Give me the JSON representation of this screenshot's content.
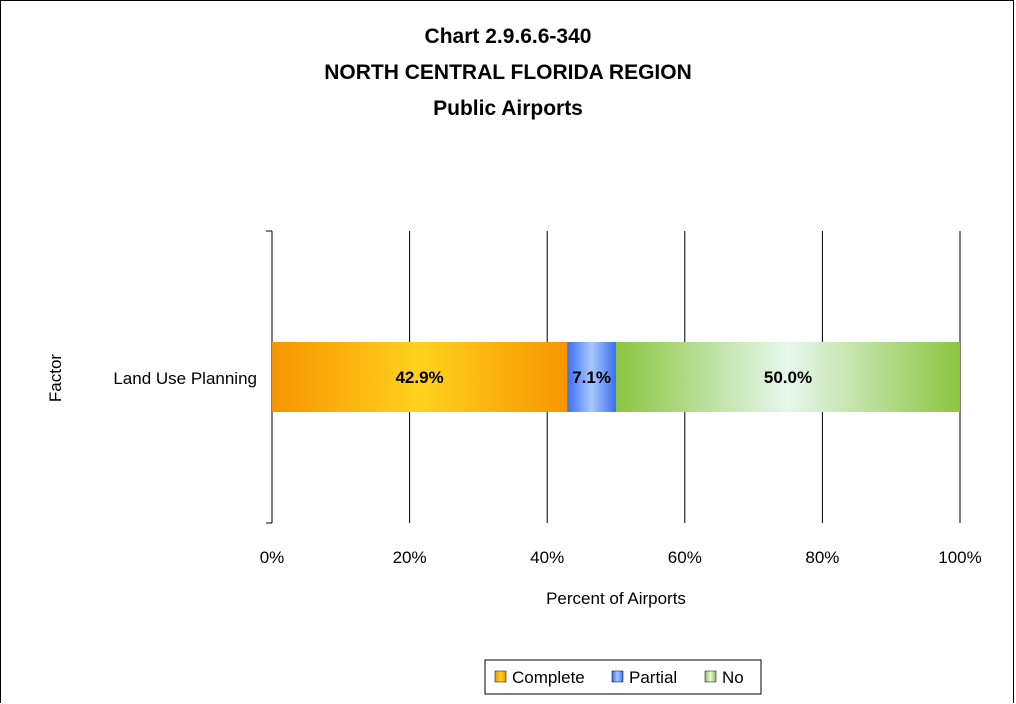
{
  "chart_data": {
    "type": "bar",
    "orientation": "horizontal",
    "stacked": "percent",
    "title": [
      "Chart 2.9.6.6-340",
      "NORTH CENTRAL FLORIDA REGION",
      "Public Airports"
    ],
    "categories": [
      "Land Use Planning"
    ],
    "series": [
      {
        "name": "Complete",
        "values": [
          42.9
        ],
        "label": "42.9%",
        "color": "#f7a600"
      },
      {
        "name": "Partial",
        "values": [
          7.1
        ],
        "label": "7.1%",
        "color": "#3a6ff0"
      },
      {
        "name": "No",
        "values": [
          50.0
        ],
        "label": "50.0%",
        "color": "#8cc63f"
      }
    ],
    "xlabel": "Percent of Airports",
    "ylabel": "Factor",
    "xlim": [
      0,
      100
    ],
    "xticks": [
      "0%",
      "20%",
      "40%",
      "60%",
      "80%",
      "100%"
    ],
    "grid": true,
    "legend": "bottom"
  }
}
